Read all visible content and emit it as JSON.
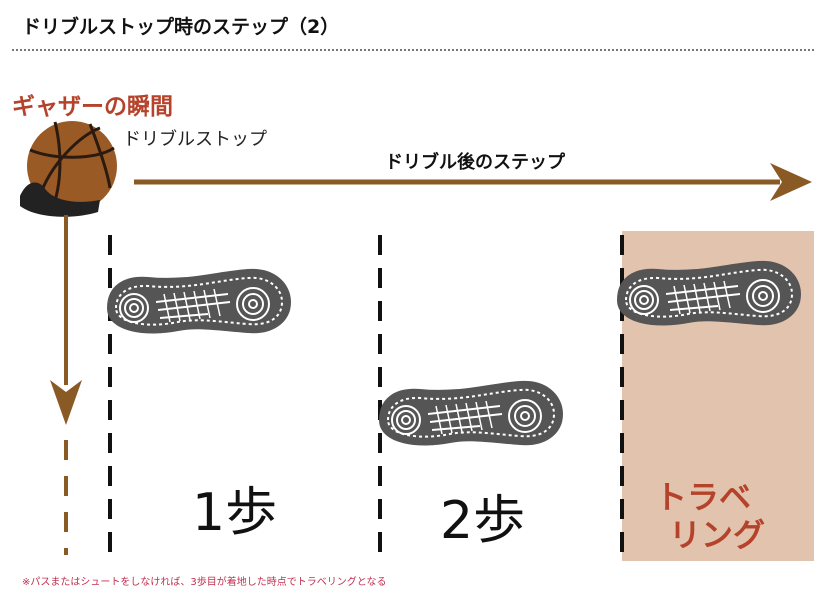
{
  "title": "ドリブルストップ時のステップ（2）",
  "gather_label": "ギャザーの瞬間",
  "stop_label": "ドリブルストップ",
  "arrow_label": "ドリブル後のステップ",
  "steps": [
    {
      "label": "1歩"
    },
    {
      "label": "2歩"
    }
  ],
  "traveling": {
    "line1": "トラベ",
    "line2": "リング"
  },
  "footnote": "※パスまたはシュートをしなければ、3歩目が着地した時点でトラベリングとなる",
  "colors": {
    "accent": "#b5432b",
    "arrow": "#8a5a25",
    "ball": "#9a5a25",
    "sole": "#555555",
    "travel_bg": "#e2c3ae",
    "footnote": "#c03050"
  }
}
